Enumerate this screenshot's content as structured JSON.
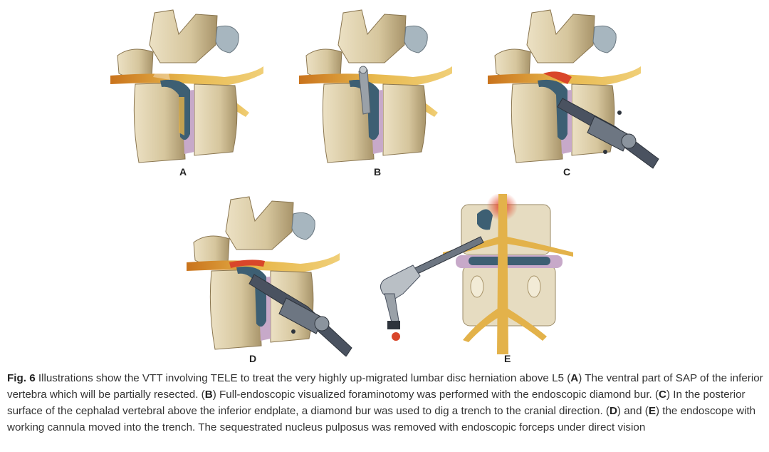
{
  "figure": {
    "panels": [
      {
        "id": "A",
        "label": "A"
      },
      {
        "id": "B",
        "label": "B"
      },
      {
        "id": "C",
        "label": "C"
      },
      {
        "id": "D",
        "label": "D"
      },
      {
        "id": "E",
        "label": "E"
      }
    ],
    "caption": {
      "fig_label": "Fig. 6",
      "segments": [
        {
          "text": " Illustrations show the VTT involving TELE to treat the very highly up-migrated lumbar disc herniation above L5 (",
          "bold": false
        },
        {
          "text": "A",
          "bold": true
        },
        {
          "text": ") The ventral part of SAP of the inferior vertebra which will be partially resected. (",
          "bold": false
        },
        {
          "text": "B",
          "bold": true
        },
        {
          "text": ") Full-endoscopic visualized foraminotomy was performed with the endoscopic diamond bur. (",
          "bold": false
        },
        {
          "text": "C",
          "bold": true
        },
        {
          "text": ") In the posterior surface of the cephalad vertebral above the inferior endplate, a diamond bur was used to dig a trench to the cranial direction. (",
          "bold": false
        },
        {
          "text": "D",
          "bold": true
        },
        {
          "text": ") and (",
          "bold": false
        },
        {
          "text": "E",
          "bold": true
        },
        {
          "text": ") the endoscope with working cannula moved into the trench. The sequestrated nucleus pulposus was removed with endoscopic forceps under direct vision",
          "bold": false
        }
      ]
    },
    "colors": {
      "bone": "#d9cba4",
      "bone_shade": "#a8946a",
      "nerve": "#e3b24a",
      "dura": "#3d5f73",
      "disc": "#c7a9c9",
      "blood": "#d9462a",
      "instrument": "#4a5260"
    }
  }
}
